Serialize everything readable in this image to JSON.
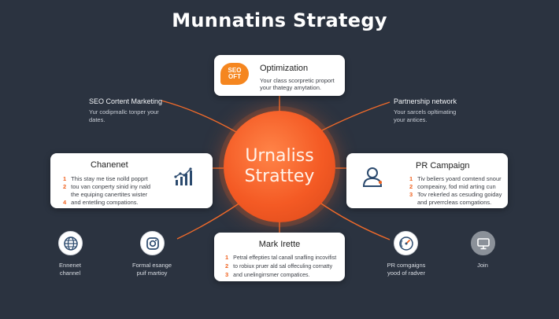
{
  "title": "Munnatins Strategy",
  "hub": {
    "line1": "Urnaliss",
    "line2": "Strattey"
  },
  "optimization": {
    "title": "Optimization",
    "badge_line1": "SEO",
    "badge_line2": "OFT",
    "lines": [
      "Your class scorpretic proport",
      "your thategy amytation."
    ]
  },
  "seo_content": {
    "title": "SEO Cortent Marketing",
    "lines": [
      "Yur codipmallc tonper your",
      "dates."
    ]
  },
  "partnership": {
    "title": "Partnership network",
    "lines": [
      "Your sarcels opltimating",
      "your antices."
    ]
  },
  "chanenet": {
    "title": "Chanenet",
    "items": [
      {
        "num": "1",
        "text": "This stay me tise nolld popprt"
      },
      {
        "num": "2",
        "text": "tou van conperty sinid iny nald"
      },
      {
        "num": "",
        "text": "the equiping canertites wister"
      },
      {
        "num": "4",
        "text": "and entetling compations."
      }
    ]
  },
  "pr_campaign": {
    "title": "PR Campaign",
    "items": [
      {
        "num": "1",
        "text": "Tiv beliers yoard comtend snour"
      },
      {
        "num": "2",
        "text": "compeainy, fod mid arting cun"
      },
      {
        "num": "3",
        "text": "Tov rekerled as cesuding goiday"
      },
      {
        "num": "",
        "text": "and prverrcleas comgations."
      }
    ]
  },
  "mark": {
    "title": "Mark Irette",
    "items": [
      {
        "num": "1",
        "text": "Petral effepties tal canall snafling incovifist"
      },
      {
        "num": "2",
        "text": "to robiux pruer ald sal offeculing cornatty"
      },
      {
        "num": "3",
        "text": "and unelingirrsmer compatices."
      }
    ]
  },
  "bottom": {
    "ennenet": [
      "Ennenet",
      "channel"
    ],
    "formal": [
      "Formal esange",
      "puif martioy"
    ],
    "pr_campaigns": [
      "PR comgaigns",
      "yood of radver"
    ],
    "join": [
      "Join"
    ]
  },
  "colors": {
    "accent": "#f0621f",
    "background": "#2b3340",
    "card": "#ffffff"
  },
  "icons": [
    "globe-icon",
    "instagram-icon",
    "gauge-icon",
    "monitor-icon",
    "bar-chart-icon",
    "user-icon"
  ]
}
